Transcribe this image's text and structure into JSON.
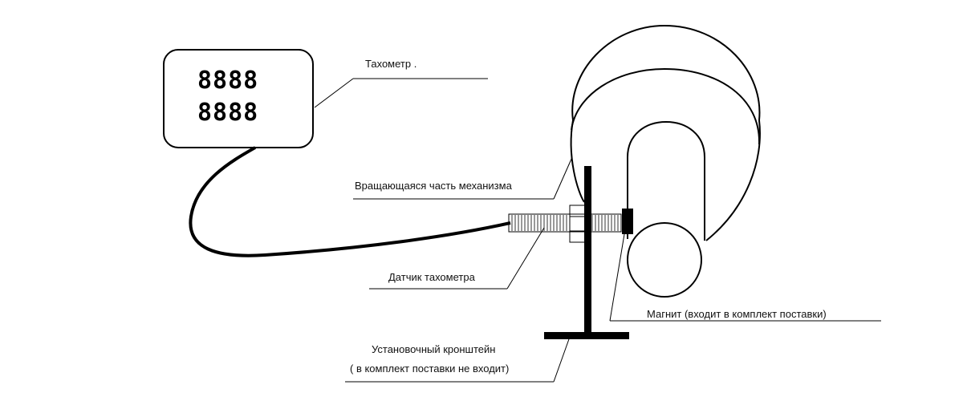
{
  "display": {
    "row1": "8888",
    "row2": "8888"
  },
  "labels": {
    "tachometer": "Тахометр .",
    "rotating_part": "Вращающаяся часть механизма",
    "sensor": "Датчик тахометра",
    "magnet": "Магнит (входит в комплект поставки)",
    "bracket_line1": "Установочный кронштейн",
    "bracket_line2": "( в комплект поставки не входит)"
  }
}
